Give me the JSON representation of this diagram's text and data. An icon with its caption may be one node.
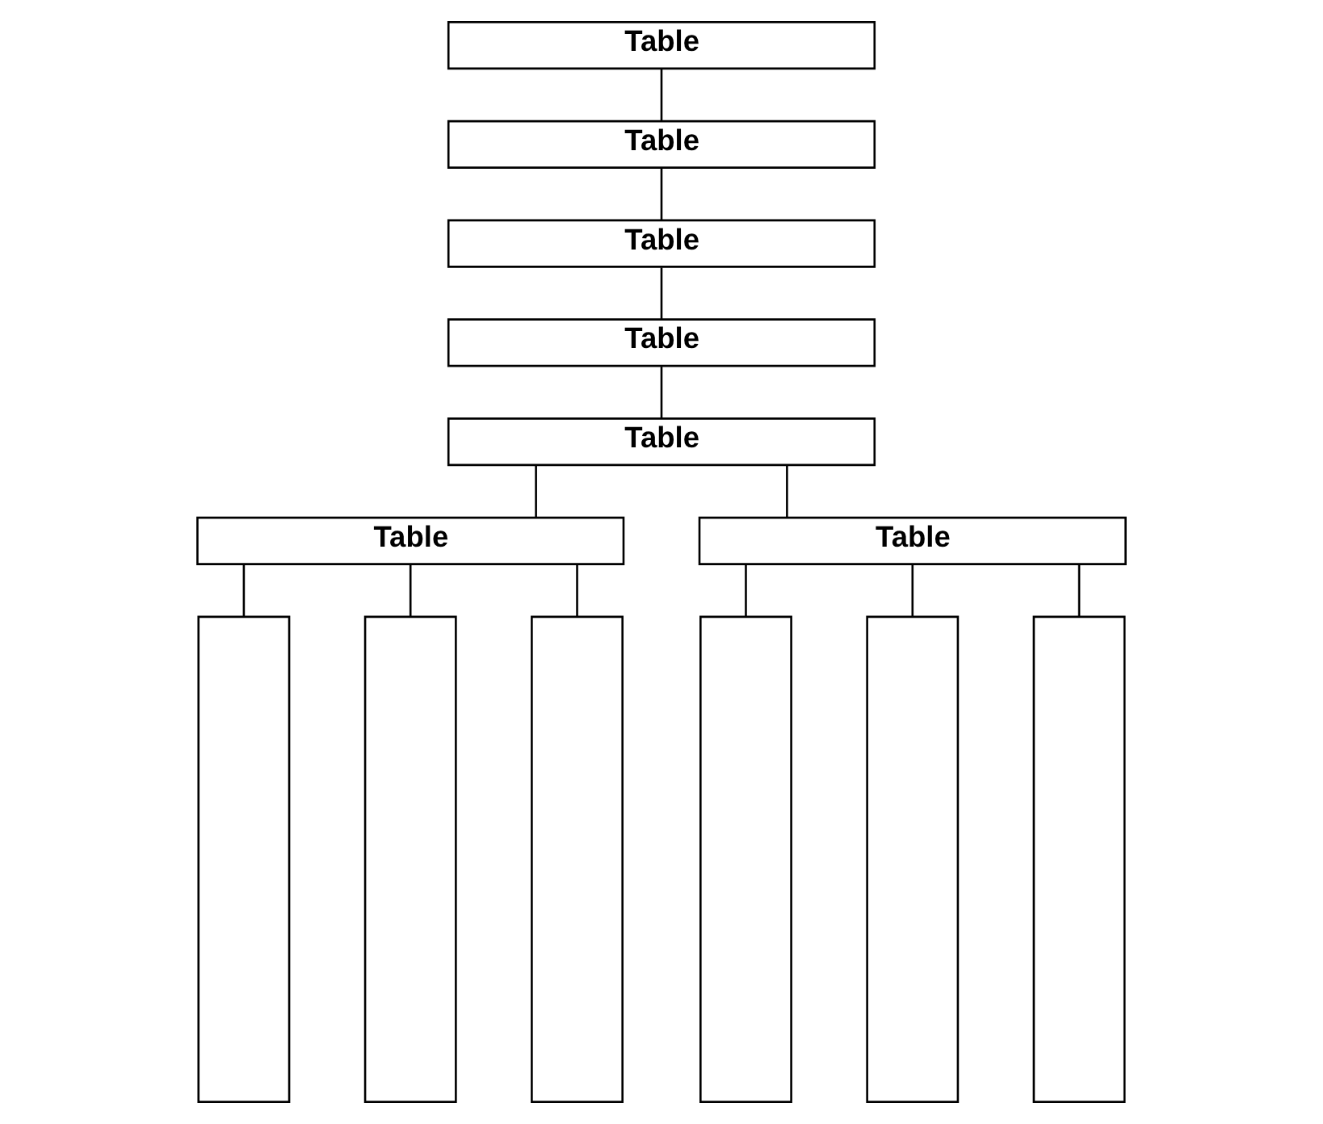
{
  "diagram": {
    "nodes": [
      {
        "text": [
          "Table"
        ]
      },
      {
        "text": [
          "Table"
        ]
      },
      {
        "text": [
          "Table"
        ]
      },
      {
        "text": [
          "Table"
        ]
      },
      {
        "text": [
          "Table"
        ]
      },
      {
        "text": [
          "Table"
        ]
      },
      {
        "text": [
          "Table"
        ]
      },
      {
        "text": [],
        "shape": "bar"
      },
      {
        "text": [],
        "shape": "bar"
      },
      {
        "text": [],
        "shape": "bar"
      },
      {
        "text": [],
        "shape": "bar"
      },
      {
        "text": [],
        "shape": "bar"
      },
      {
        "text": [],
        "shape": "bar"
      }
    ],
    "edges": [
      {
        "from": 0,
        "to": 1,
        "arrow": "none"
      },
      {
        "from": 1,
        "to": 2,
        "arrow": "none"
      },
      {
        "from": 2,
        "to": 3,
        "arrow": "none"
      },
      {
        "from": 3,
        "to": 4,
        "arrow": "none"
      },
      {
        "from": 4,
        "to": 5,
        "arrow": "none"
      },
      {
        "from": 4,
        "to": 6,
        "arrow": "none"
      },
      {
        "from": 5,
        "to": 7,
        "arrow": "none"
      },
      {
        "from": 5,
        "to": 8,
        "arrow": "none"
      },
      {
        "from": 5,
        "to": 9,
        "arrow": "none"
      },
      {
        "from": 6,
        "to": 10,
        "arrow": "none"
      },
      {
        "from": 6,
        "to": 11,
        "arrow": "none"
      },
      {
        "from": 6,
        "to": 12,
        "arrow": "none"
      }
    ]
  }
}
